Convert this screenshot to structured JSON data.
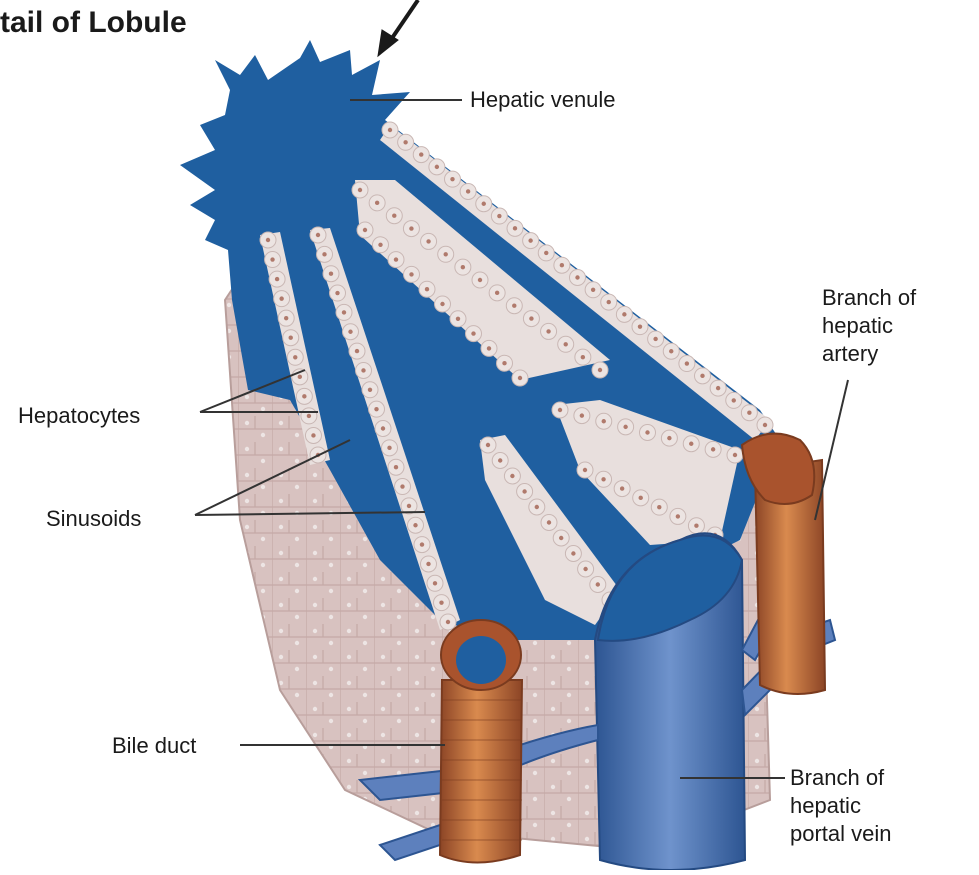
{
  "title": "tail of Lobule",
  "labels": {
    "hepatic_venule": "Hepatic venule",
    "hepatic_artery": [
      "Branch of",
      "hepatic",
      "artery"
    ],
    "hepatocytes": "Hepatocytes",
    "sinusoids": "Sinusoids",
    "bile_duct": "Bile duct",
    "portal_vein": [
      "Branch of",
      "hepatic",
      "portal vein"
    ]
  },
  "colors": {
    "blood_blue": "#1f5fa0",
    "vessel_blue": "#4a74b5",
    "cell_fill": "#ece4e2",
    "cell_nucleus": "#b07a6c",
    "tissue_pink": "#d9c3c1",
    "duct_brown": "#b0602e",
    "duct_dark": "#8c4526",
    "leader": "#333333"
  }
}
